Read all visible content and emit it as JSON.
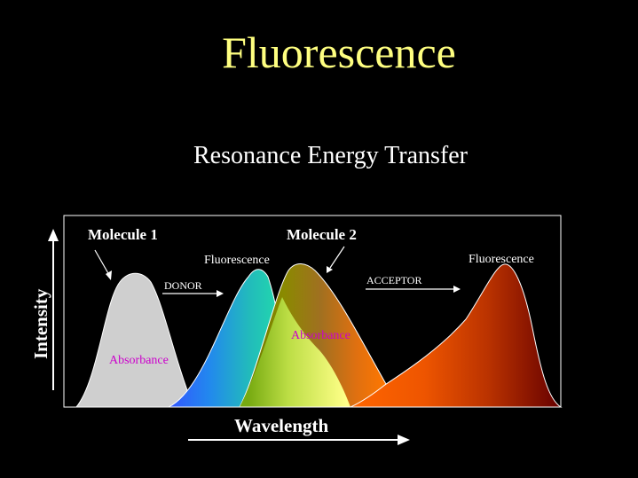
{
  "title": "Fluorescence",
  "subtitle": "Resonance Energy Transfer",
  "labels": {
    "molecule1": "Molecule 1",
    "molecule2": "Molecule 2",
    "donor": "DONOR",
    "acceptor": "ACCEPTOR",
    "fluorescence_donor": "Fluorescence",
    "fluorescence_acceptor": "Fluorescence",
    "absorbance_donor": "Absorbance",
    "absorbance_acceptor": "Absorbance",
    "y_axis": "Intensity",
    "x_axis": "Wavelength"
  },
  "colors": {
    "background": "#000000",
    "title": "#ffff80",
    "absorbance_label": "#cc00cc",
    "donor_absorbance": "#cfcfcf"
  }
}
